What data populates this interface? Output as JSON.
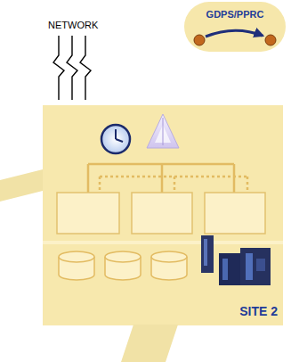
{
  "diagram": {
    "nodes": [
      {
        "text": [
          "GDPS/PPRC"
        ]
      },
      {
        "text": [
          "SITE 2"
        ]
      }
    ],
    "labels": [
      "NETWORK"
    ]
  }
}
